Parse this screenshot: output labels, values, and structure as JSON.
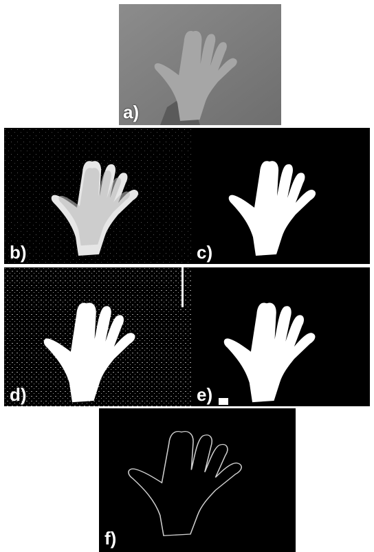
{
  "figure": {
    "panels": [
      {
        "id": "a",
        "label": "a)",
        "kind": "grayscale-photo"
      },
      {
        "id": "b",
        "label": "b)",
        "kind": "noisy-skin-mask"
      },
      {
        "id": "c",
        "label": "c)",
        "kind": "clean-binary-mask"
      },
      {
        "id": "d",
        "label": "d)",
        "kind": "noisy-binary-mask"
      },
      {
        "id": "e",
        "label": "e)",
        "kind": "filtered-binary-mask"
      },
      {
        "id": "f",
        "label": "f)",
        "kind": "contour"
      }
    ]
  },
  "colors": {
    "background": "#000000",
    "mask": "#ffffff",
    "photo_bg": "#7d7d7d",
    "hand_gray": "#9a9a9a",
    "contour": "#cfcfcf"
  }
}
